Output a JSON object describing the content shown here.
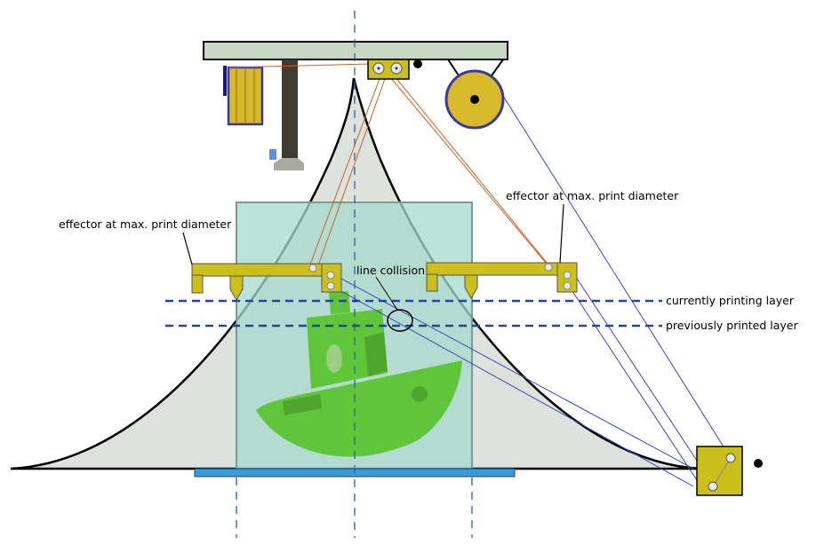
{
  "labels": {
    "effector_left": "effector at max. print diameter",
    "effector_right": "effector at max. print diameter",
    "line_collision": "line collision",
    "current_layer": "currently printing layer",
    "previous_layer": "previously printed layer"
  },
  "colors": {
    "frame": "#c8d6c4",
    "envelope": "#dde2dc",
    "volume": "#a6d8cc",
    "effector": "#cbbf1b",
    "spool": "#d8b92a",
    "spool_ring": "#3a3a9a",
    "print_bed": "#3b9ad6",
    "model": "#5fc63a",
    "model_shade": "#4fa52e",
    "layer_line": "#2244aa",
    "axis_line": "#2b5fbf",
    "cable_orange": "#c8642a",
    "cable_blue": "#3a48c0",
    "stand": "#3f3b2e"
  },
  "icons": [
    "pulley-icon",
    "spool-icon",
    "nozzle-icon",
    "boat-model-icon"
  ]
}
